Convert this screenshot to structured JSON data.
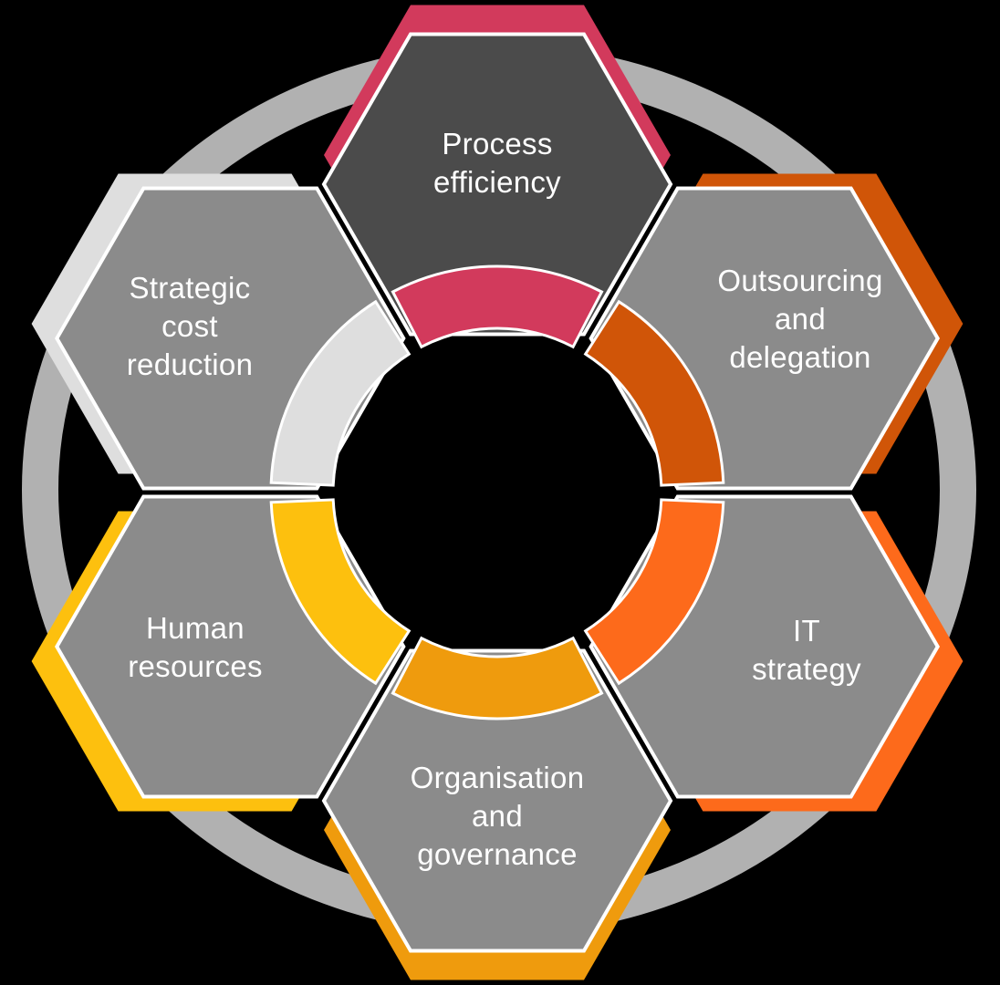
{
  "diagram": {
    "background_color": "#000000",
    "outer_ring_color": "#b1b1b1",
    "hexagon_border_color": "#ffffff",
    "text_color": "#ffffff",
    "nodes": [
      {
        "id": "process-efficiency",
        "label": "Process efficiency",
        "lines": [
          "Process",
          "efficiency"
        ],
        "angle_deg": 90,
        "fill": "#4b4b4b",
        "accent": "#d23a5c"
      },
      {
        "id": "outsourcing-and-delegation",
        "label": "Outsourcing and delegation",
        "lines": [
          "Outsourcing",
          "and",
          "delegation"
        ],
        "angle_deg": 30,
        "fill": "#8b8b8b",
        "accent": "#d05508"
      },
      {
        "id": "it-strategy",
        "label": "IT strategy",
        "lines": [
          "IT",
          "strategy"
        ],
        "angle_deg": 330,
        "fill": "#8b8b8b",
        "accent": "#fd6a1b"
      },
      {
        "id": "organisation-and-governance",
        "label": "Organisation and governance",
        "lines": [
          "Organisation",
          "and",
          "governance"
        ],
        "angle_deg": 270,
        "fill": "#8b8b8b",
        "accent": "#ef9b0d"
      },
      {
        "id": "human-resources",
        "label": "Human resources",
        "lines": [
          "Human",
          "resources"
        ],
        "angle_deg": 210,
        "fill": "#8b8b8b",
        "accent": "#fdc00e"
      },
      {
        "id": "strategic-cost-reduction",
        "label": "Strategic cost reduction",
        "lines": [
          "Strategic",
          "cost",
          "reduction"
        ],
        "angle_deg": 150,
        "fill": "#8b8b8b",
        "accent": "#dedede"
      }
    ]
  }
}
